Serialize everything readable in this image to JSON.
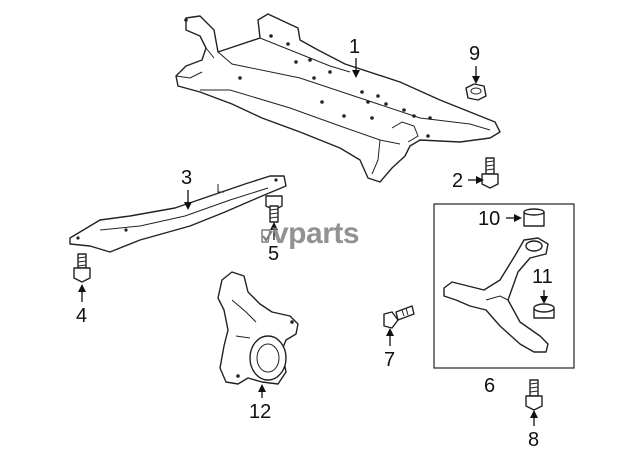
{
  "watermark": "vparts",
  "callouts": {
    "c1": "1",
    "c2": "2",
    "c3": "3",
    "c4": "4",
    "c5": "5",
    "c6": "6",
    "c7": "7",
    "c8": "8",
    "c9": "9",
    "c10": "10",
    "c11": "11",
    "c12": "12"
  },
  "colors": {
    "line": "#222222",
    "watermark": "#7f7f7f",
    "background": "#ffffff"
  }
}
